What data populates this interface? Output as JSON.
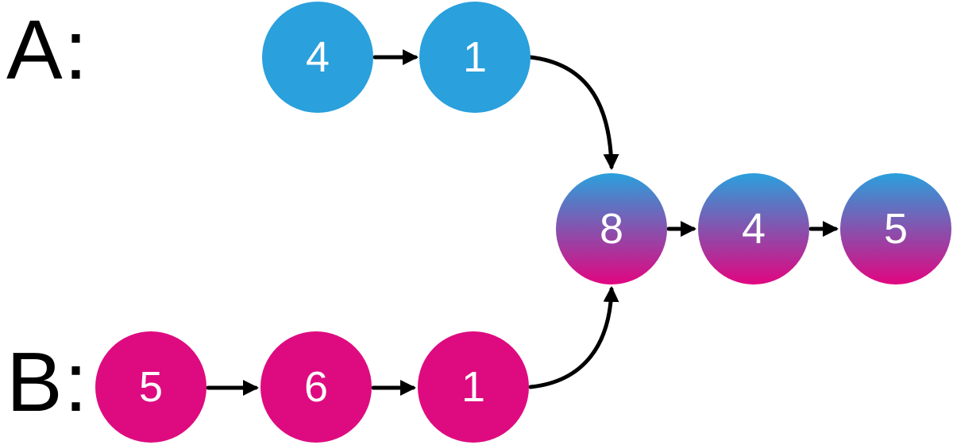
{
  "diagram": {
    "type": "linked-list-intersection",
    "lists": {
      "a": {
        "label": "A:",
        "nodes": [
          "4",
          "1"
        ],
        "color": "#2AA0DC"
      },
      "b": {
        "label": "B:",
        "nodes": [
          "5",
          "6",
          "1"
        ],
        "color": "#DE0B80"
      },
      "merged": {
        "nodes": [
          "8",
          "4",
          "5"
        ],
        "gradient_top": "#2AA0DC",
        "gradient_bottom": "#E20580"
      }
    },
    "colors": {
      "node_text": "#FFFFFF",
      "label_text": "#000000",
      "arrow": "#000000",
      "background": "#FFFFFF"
    }
  }
}
